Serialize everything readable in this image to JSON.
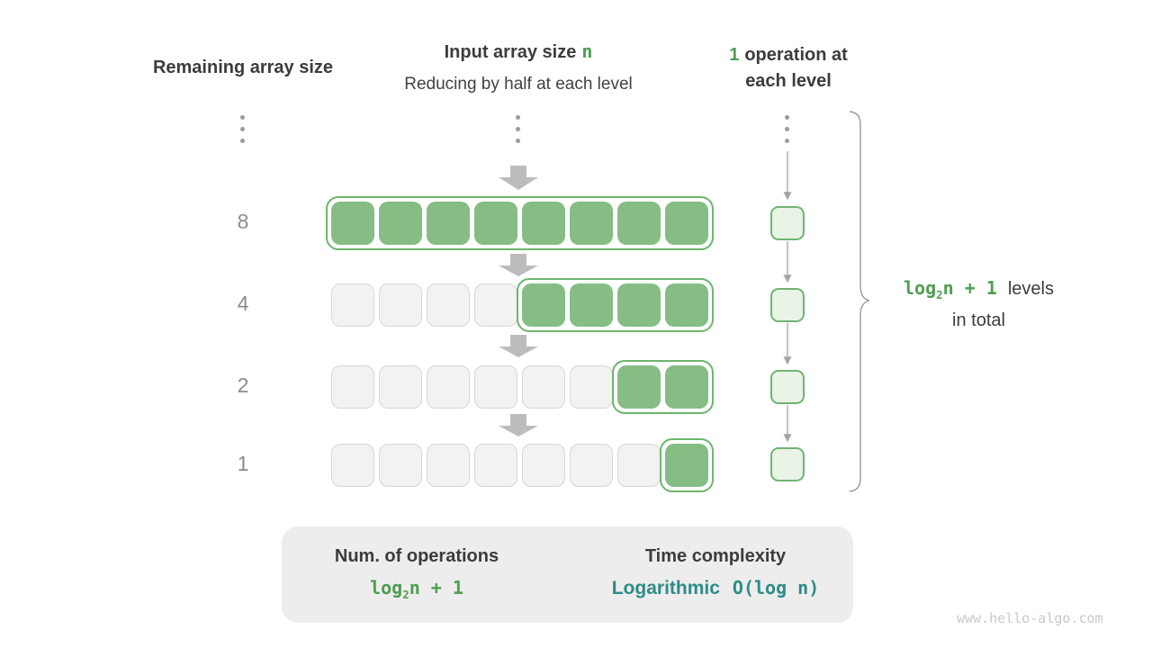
{
  "colors": {
    "green_fill": "#85bd85",
    "green_border": "#6db56d",
    "light_green_fill": "#e9f3e6",
    "gray_cell_fill": "#f2f2f1",
    "gray_cell_border": "#d7d7d6",
    "arrow_gray": "#bcbcbc",
    "text_dark": "#3c3c3c",
    "text_gray": "#8c8c8c",
    "green_text": "#4f9d51",
    "teal_text": "#2d8c88",
    "summary_bg": "#ededed"
  },
  "headers": {
    "left": "Remaining array size",
    "center": {
      "line1_text": "Input array size",
      "line1_var": "n",
      "line2": "Reducing by half at each level"
    },
    "right": {
      "count": "1",
      "line1_rest": "operation at",
      "line2": "each level"
    }
  },
  "diagram": {
    "rows": [
      {
        "remaining_size": "8",
        "total_cells": 8,
        "active_cells": 8,
        "operations": 1
      },
      {
        "remaining_size": "4",
        "total_cells": 8,
        "active_cells": 4,
        "operations": 1
      },
      {
        "remaining_size": "2",
        "total_cells": 8,
        "active_cells": 2,
        "operations": 1
      },
      {
        "remaining_size": "1",
        "total_cells": 8,
        "active_cells": 1,
        "operations": 1
      }
    ]
  },
  "brace": {
    "formula_base": "log",
    "formula_sub": "2",
    "formula_rest": "n + 1",
    "label_line1": "levels",
    "label_line2": "in total"
  },
  "summary": {
    "operations_title": "Num. of operations",
    "operations_formula": {
      "base": "log",
      "sub": "2",
      "rest": "n + 1"
    },
    "complexity_title": "Time complexity",
    "complexity_name": "Logarithmic",
    "complexity_notation": "O(log n)"
  },
  "watermark": "www.hello-algo.com"
}
